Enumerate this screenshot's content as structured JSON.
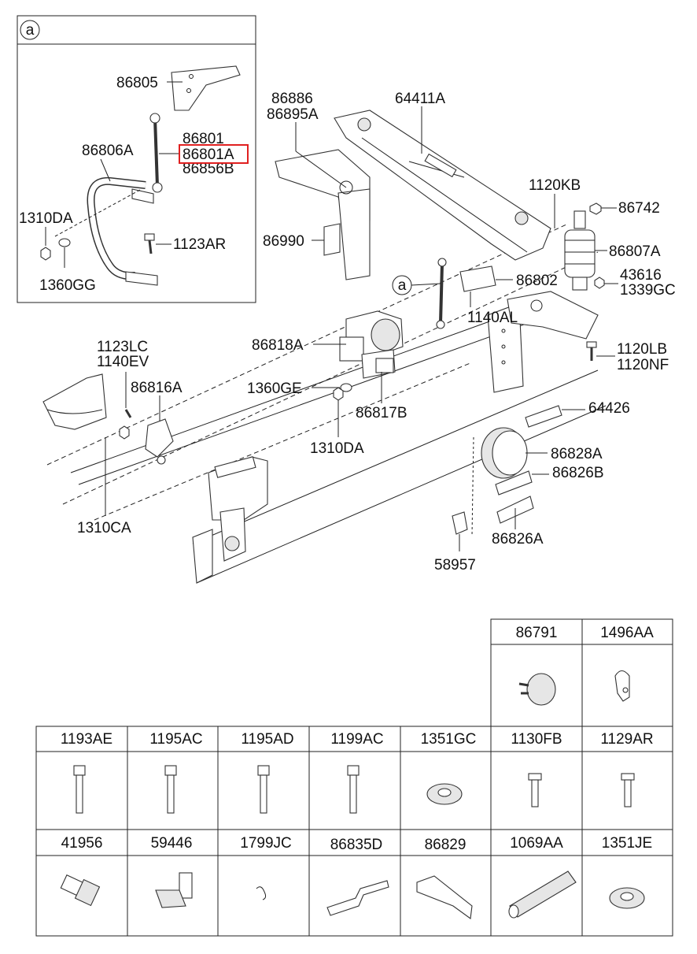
{
  "inset": {
    "badge": "a",
    "labels": [
      "86805",
      "86801",
      "86801A",
      "86856B",
      "86806A",
      "1310DA",
      "1123AR",
      "1360GG"
    ]
  },
  "highlight": {
    "label": "86801A",
    "color": "#e02020"
  },
  "main": {
    "callout_badge": "a",
    "labels": [
      "86886",
      "86895A",
      "64411A",
      "1120KB",
      "86742",
      "86990",
      "86807A",
      "86802",
      "43616",
      "1339GC",
      "1140AL",
      "86818A",
      "1123LC",
      "1140EV",
      "1120LB",
      "1120NF",
      "86816A",
      "1360GE",
      "86817B",
      "64426",
      "1310DA",
      "86828A",
      "86826B",
      "1310CA",
      "86826A",
      "58957"
    ]
  },
  "parts_table": {
    "row0": [
      "86791",
      "1496AA"
    ],
    "row1": [
      "1193AE",
      "1195AC",
      "1195AD",
      "1199AC",
      "1351GC",
      "1130FB",
      "1129AR"
    ],
    "row2": [
      "41956",
      "59446",
      "1799JC",
      "86835D",
      "86829",
      "1069AA",
      "1351JE"
    ]
  }
}
